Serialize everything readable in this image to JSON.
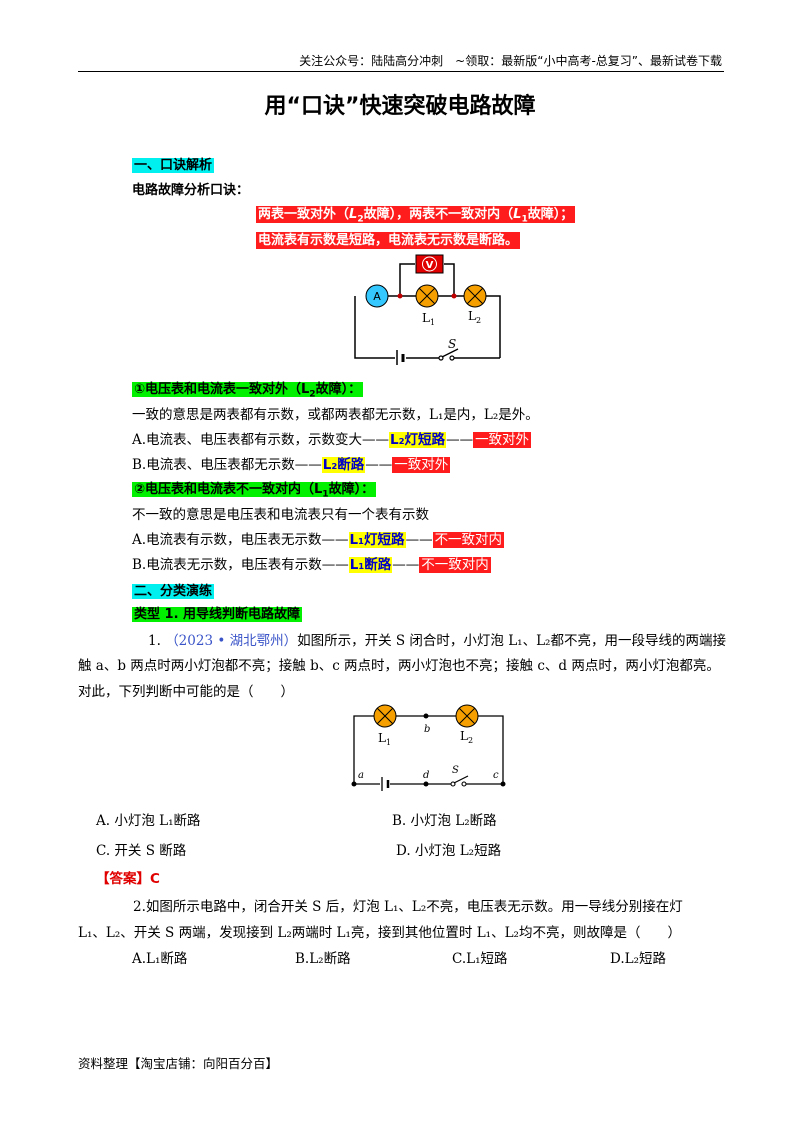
{
  "header": {
    "text": "关注公众号：陆陆高分冲刺　~领取：最新版“小中高考-总复习”、最新试卷下载"
  },
  "title": "用“口诀”快速突破电路故障",
  "section1": {
    "heading": "一、口诀解析",
    "subheading": "电路故障分析口诀：",
    "rhyme_line1_a": "两表一致对外（",
    "rhyme_line1_l2": "L",
    "rhyme_line1_sub2": "2",
    "rhyme_line1_b": "故障），两表不一致对内（",
    "rhyme_line1_l1": "L",
    "rhyme_line1_sub1": "1",
    "rhyme_line1_c": "故障）；",
    "rhyme_line2": "电流表有示数是短路，电流表无示数是断路。"
  },
  "circuit1": {
    "ammeter": "A",
    "voltmeter": "V",
    "lamp1": "L",
    "lamp1_sub": "1",
    "lamp2": "L",
    "lamp2_sub": "2",
    "switch": "S"
  },
  "case1": {
    "heading_a": "①电压表和电流表一致对外（L",
    "heading_sub": "2",
    "heading_b": "故障）：",
    "desc": "一致的意思是两表都有示数，或都两表都无示数，L₁是内，L₂是外。",
    "a_text": "A.电流表、电压表都有示数，示数变大——",
    "a_tag": "L₂灯短路",
    "a_dash": "——",
    "a_res": "一致对外",
    "b_text": "B.电流表、电压表都无示数——",
    "b_tag": "L₂断路",
    "b_dash": "——",
    "b_res": "一致对外"
  },
  "case2": {
    "heading_a": "②电压表和电流表不一致对内（L",
    "heading_sub": "1",
    "heading_b": "故障）：",
    "desc": "不一致的意思是电压表和电流表只有一个表有示数",
    "a_text": "A.电流表有示数，电压表无示数——",
    "a_tag": "L₁灯短路",
    "a_dash": "——",
    "a_res": "不一致对内",
    "b_text": "B.电流表无示数，电压表有示数——",
    "b_tag": "L₁断路",
    "b_dash": "——",
    "b_res": "不一致对内"
  },
  "section2": {
    "heading": "二、分类演练",
    "type1": "类型 1. 用导线判断电路故障"
  },
  "q1": {
    "num": "1.",
    "source": "（2023 • 湖北鄂州）",
    "line1_rest": "如图所示，开关 S 闭合时，小灯泡 L₁、L₂都不亮，用一段导线的两端接",
    "line2": "触 a、b 两点时两小灯泡都不亮；接触 b、c 两点时，两小灯泡也不亮；接触 c、d 两点时，两小灯泡都亮。",
    "line3": "对此，下列判断中可能的是（　　）",
    "opt_a": "A. 小灯泡 L₁断路",
    "opt_b": "B. 小灯泡 L₂断路",
    "opt_c": "C. 开关 S 断路",
    "opt_d": "D. 小灯泡 L₂短路",
    "answer_label": "【答案】",
    "answer": "C"
  },
  "circuit2": {
    "lamp1": "L",
    "lamp1_sub": "1",
    "lamp2": "L",
    "lamp2_sub": "2",
    "pt_a": "a",
    "pt_b": "b",
    "pt_c": "c",
    "pt_d": "d",
    "switch": "S"
  },
  "q2": {
    "line1": "2.如图所示电路中，闭合开关 S 后，灯泡 L₁、L₂不亮，电压表无示数。用一导线分别接在灯",
    "line2": "L₁、L₂、开关 S 两端，发现接到 L₂两端时 L₁亮，接到其他位置时 L₁、L₂均不亮，则故障是（　　）",
    "opt_a": "A.L₁断路",
    "opt_b": "B.L₂断路",
    "opt_c": "C.L₁短路",
    "opt_d": "D.L₂短路"
  },
  "footer": "资料整理【淘宝店铺：向阳百分百】",
  "colors": {
    "highlight_cyan": "#00f0f0",
    "highlight_green": "#00f000",
    "highlight_yellow": "#ffff00",
    "highlight_red": "#ff1c1c",
    "lamp_orange": "#f5a000",
    "meter_cyan": "#34c8ff",
    "voltmeter_red": "#e00000"
  }
}
